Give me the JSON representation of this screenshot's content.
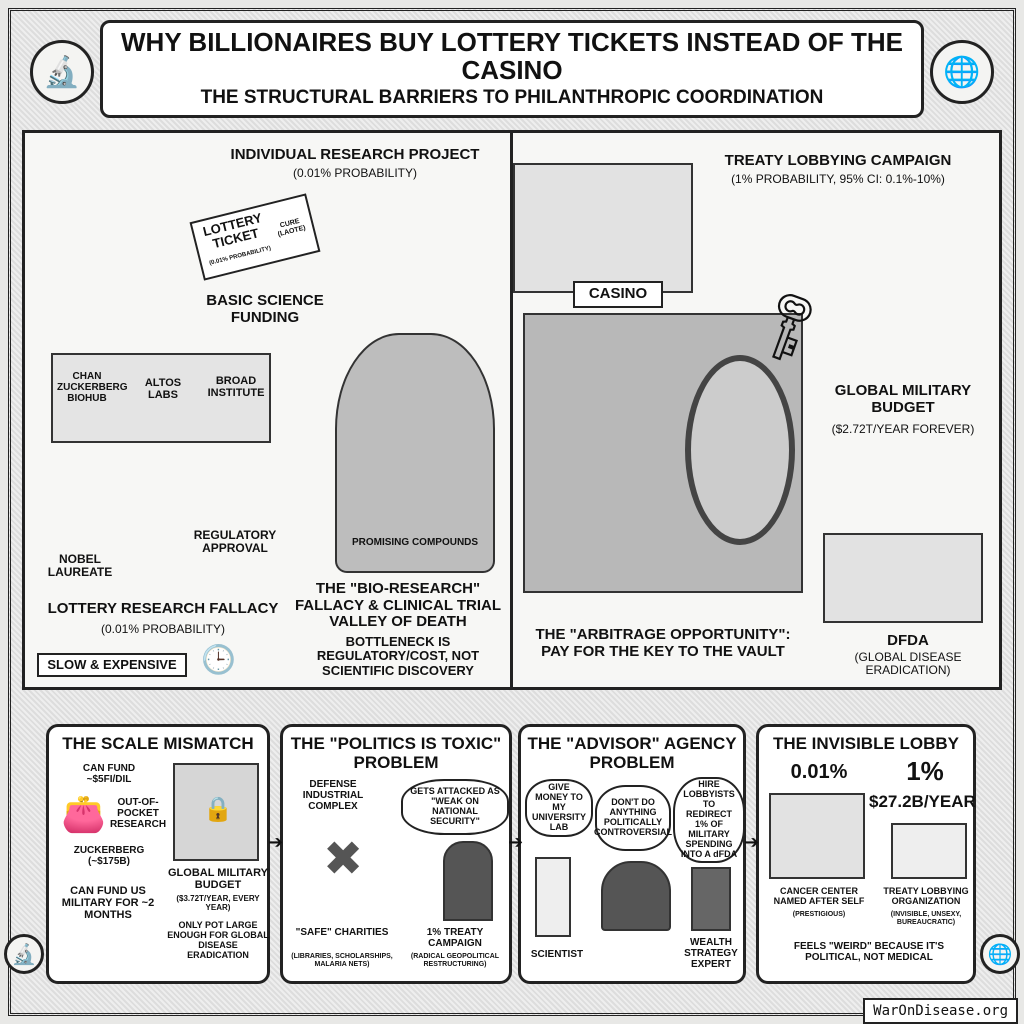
{
  "title": "WHY BILLIONAIRES BUY LOTTERY TICKETS INSTEAD OF THE CASINO",
  "subtitle": "THE STRUCTURAL BARRIERS TO PHILANTHROPIC COORDINATION",
  "left": {
    "individual_title": "INDIVIDUAL RESEARCH PROJECT",
    "individual_prob": "(0.01% PROBABILITY)",
    "ticket_title": "LOTTERY TICKET",
    "ticket_sub": "(0.01% PROBABILITY)",
    "ticket_cure": "CURE (LAOTE)",
    "basic_science": "BASIC SCIENCE FUNDING",
    "inst1": "CHAN ZUCKERBERG BIOHUB",
    "inst2": "ALTOS LABS",
    "inst3": "BROAD INSTITUTE",
    "nobel": "NOBEL LAUREATE",
    "regulatory": "REGULATORY APPROVAL",
    "compounds": "PROMISING COMPOUNDS",
    "fallacy_title": "LOTTERY RESEARCH FALLACY",
    "fallacy_prob": "(0.01% PROBABILITY)",
    "slow": "SLOW & EXPENSIVE",
    "bio_title": "THE \"BIO-RESEARCH\" FALLACY & CLINICAL TRIAL VALLEY OF DEATH",
    "bio_sub": "BOTTLENECK IS REGULATORY/COST, NOT SCIENTIFIC DISCOVERY"
  },
  "right": {
    "treaty_title": "TREATY LOBBYING CAMPAIGN",
    "treaty_prob": "(1% PROBABILITY, 95% CI: 0.1%-10%)",
    "casino": "CASINO",
    "military_title": "GLOBAL MILITARY BUDGET",
    "military_sub": "($2.72T/YEAR FOREVER)",
    "dfda": "dFDA",
    "dfda_sub": "(GLOBAL DISEASE ERADICATION)",
    "arbitrage": "THE \"ARBITRAGE OPPORTUNITY\": PAY FOR THE KEY TO THE VAULT"
  },
  "panels": [
    {
      "title": "THE SCALE MISMATCH",
      "can_fund": "CAN FUND ~$5FI/DIL",
      "zuck": "ZUCKERBERG (~$175B)",
      "oop": "OUT-OF-POCKET RESEARCH",
      "budget": "GLOBAL MILITARY BUDGET",
      "budget_sub": "($3.72T/YEAR, EVERY YEAR)",
      "can_us": "CAN FUND US MILITARY FOR ~2 MONTHS",
      "only": "ONLY POT LARGE ENOUGH FOR GLOBAL DISEASE ERADICATION"
    },
    {
      "title": "THE \"POLITICS IS TOXIC\" PROBLEM",
      "defense": "DEFENSE INDUSTRIAL COMPLEX",
      "bubble": "GETS ATTACKED AS \"WEAK ON NATIONAL SECURITY\"",
      "safe": "\"SAFE\" CHARITIES",
      "safe_sub": "(LIBRARIES, SCHOLARSHIPS, MALARIA NETS)",
      "treaty": "1% TREATY CAMPAIGN",
      "treaty_sub": "(RADICAL GEOPOLITICAL RESTRUCTURING)"
    },
    {
      "title": "THE \"ADVISOR\" AGENCY PROBLEM",
      "b1": "GIVE MONEY TO MY UNIVERSITY LAB",
      "b2": "DON'T DO ANYTHING POLITICALLY CONTROVERSIAL",
      "b3": "HIRE LOBBYISTS TO REDIRECT 1% OF MILITARY SPENDING INTO A dFDA",
      "scientist": "SCIENTIST",
      "expert": "WEALTH STRATEGY EXPERT"
    },
    {
      "title": "THE INVISIBLE LOBBY",
      "p1": "0.01%",
      "p2": "1%",
      "p2_amount": "$27.2B/YEAR",
      "cancer": "CANCER CENTER NAMED AFTER SELF",
      "cancer_sub": "(PRESTIGIOUS)",
      "treaty": "TREATY LOBBYING ORGANIZATION",
      "treaty_sub": "(INVISIBLE, UNSEXY, BUREAUCRATIC)",
      "feels": "FEELS \"WEIRD\" BECAUSE IT'S POLITICAL, NOT MEDICAL"
    }
  ],
  "footer": "WarOnDisease.org"
}
